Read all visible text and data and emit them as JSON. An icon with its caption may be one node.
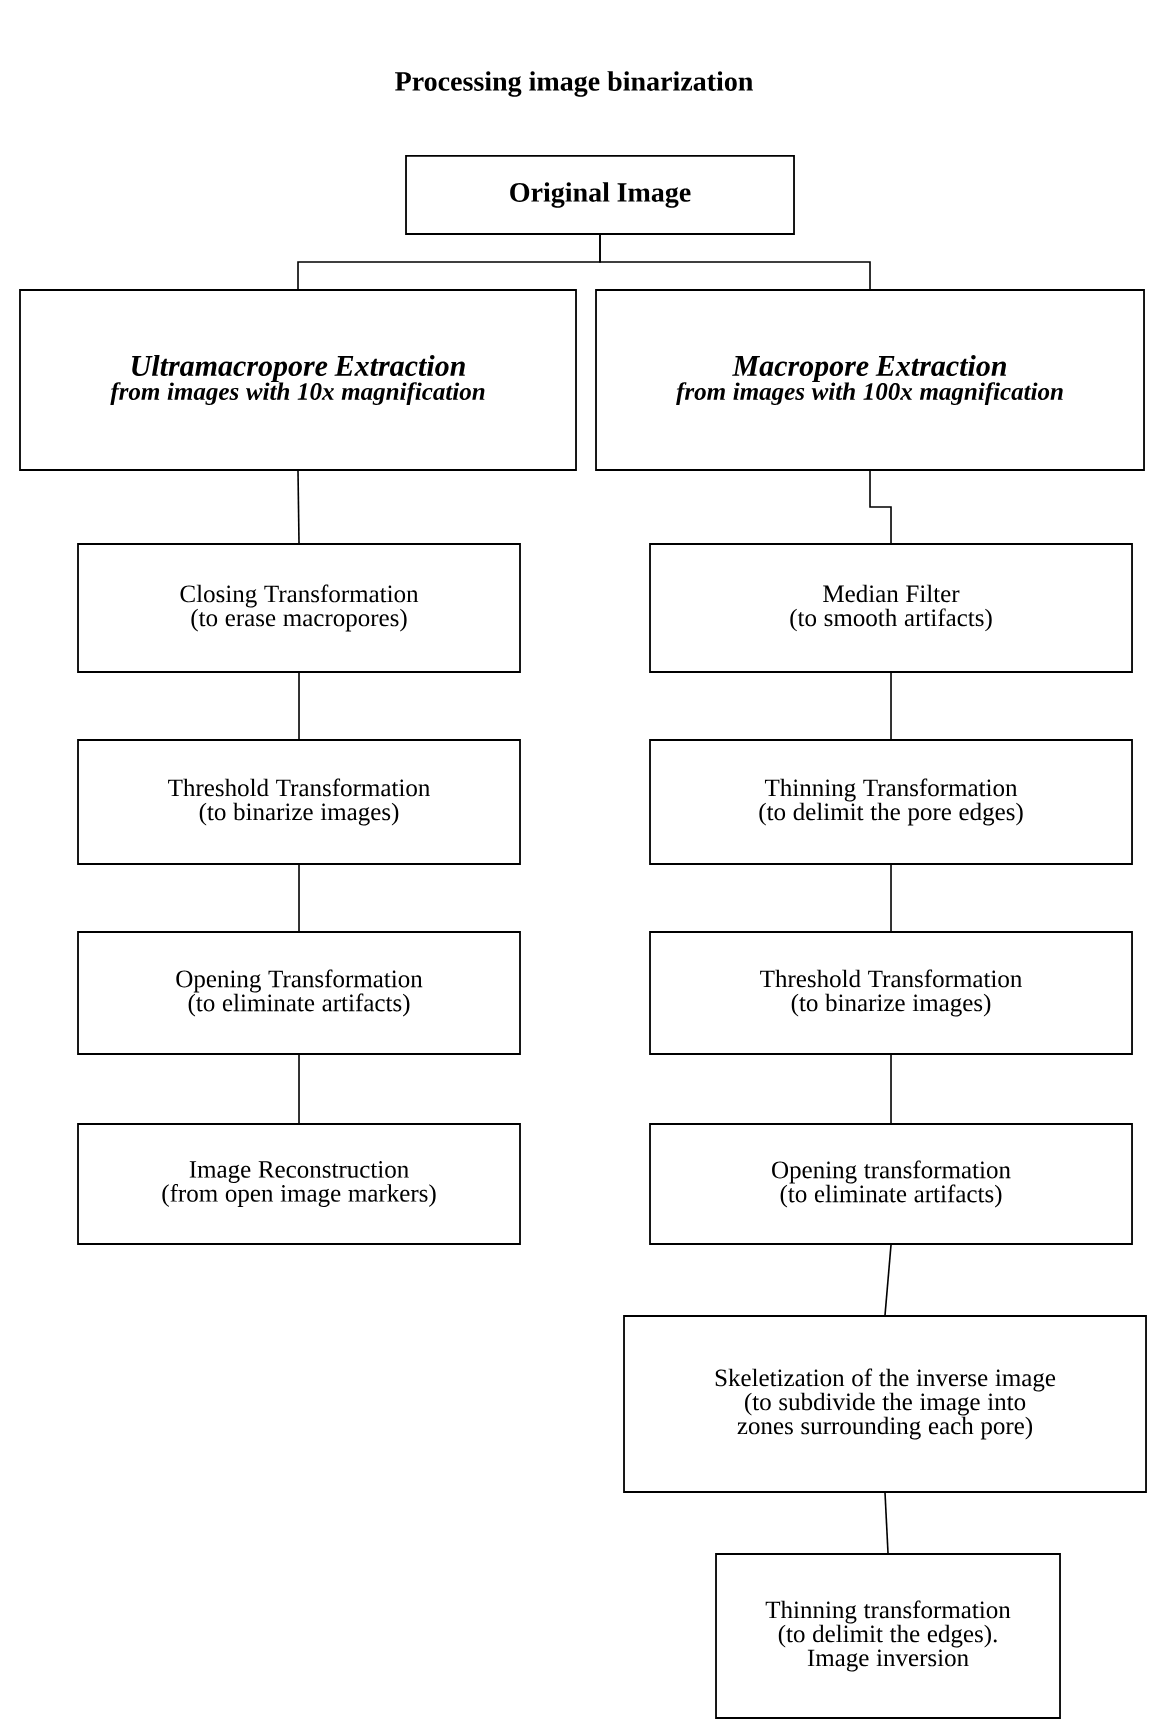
{
  "diagram": {
    "title": "Processing image binarization",
    "nodes": [
      {
        "text": [
          "Original Image"
        ]
      },
      {
        "text": [
          "Ultramacropore Extraction",
          "from images with 10x magnification"
        ]
      },
      {
        "text": [
          "Macropore Extraction",
          "from images with 100x magnification"
        ]
      },
      {
        "text": [
          "Closing Transformation",
          "(to erase macropores)"
        ]
      },
      {
        "text": [
          "Threshold Transformation",
          "(to binarize images)"
        ]
      },
      {
        "text": [
          "Opening Transformation",
          "(to eliminate artifacts)"
        ]
      },
      {
        "text": [
          "Image Reconstruction",
          "(from open image markers)"
        ]
      },
      {
        "text": [
          "Median Filter",
          "(to smooth artifacts)"
        ]
      },
      {
        "text": [
          "Thinning Transformation",
          "(to delimit the pore edges)"
        ]
      },
      {
        "text": [
          "Threshold Transformation",
          "(to binarize images)"
        ]
      },
      {
        "text": [
          "Opening transformation",
          "(to eliminate artifacts)"
        ]
      },
      {
        "text": [
          "Skeletization of the inverse image",
          "(to subdivide the image into zones surrounding each pore)"
        ]
      },
      {
        "text": [
          "Thinning transformation",
          "(to delimit the edges).",
          "Image inversion"
        ]
      }
    ],
    "edges": [
      {
        "from": 0,
        "to": 1,
        "arrow": "none"
      },
      {
        "from": 0,
        "to": 2,
        "arrow": "none"
      },
      {
        "from": 1,
        "to": 3,
        "arrow": "none"
      },
      {
        "from": 3,
        "to": 4,
        "arrow": "none"
      },
      {
        "from": 4,
        "to": 5,
        "arrow": "none"
      },
      {
        "from": 5,
        "to": 6,
        "arrow": "none"
      },
      {
        "from": 2,
        "to": 7,
        "arrow": "none"
      },
      {
        "from": 7,
        "to": 8,
        "arrow": "none"
      },
      {
        "from": 8,
        "to": 9,
        "arrow": "none"
      },
      {
        "from": 9,
        "to": 10,
        "arrow": "none"
      },
      {
        "from": 10,
        "to": 11,
        "arrow": "none"
      },
      {
        "from": 11,
        "to": 12,
        "arrow": "none"
      }
    ]
  }
}
